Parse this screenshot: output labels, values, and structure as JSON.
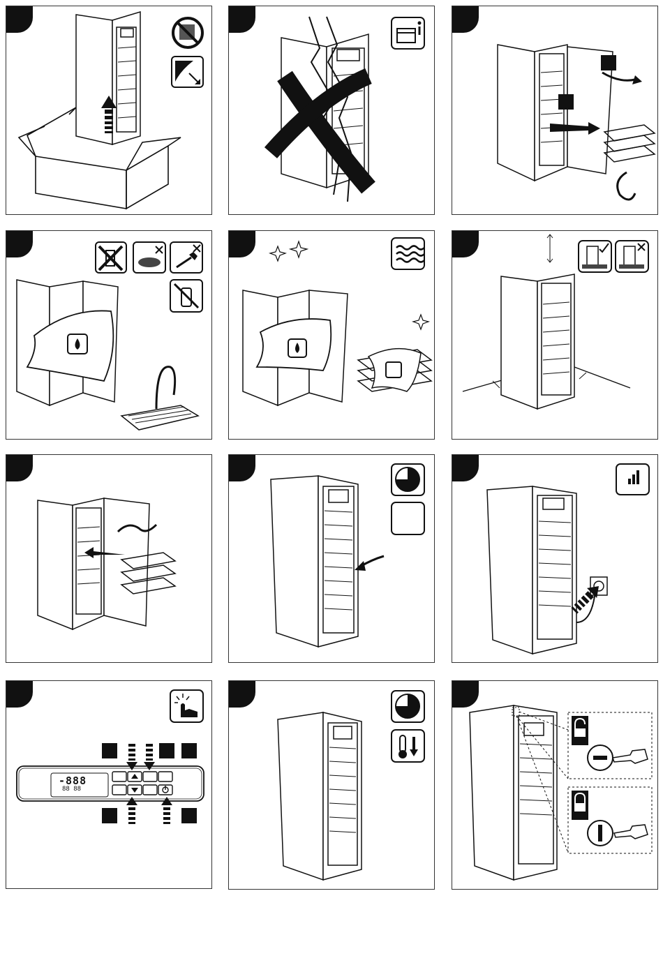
{
  "document": {
    "type": "installation-instructions-pictograms",
    "panel_count": 12
  },
  "control_panel": {
    "display_main": "-888",
    "display_sub": "88 88"
  },
  "colors": {
    "ink": "#111111",
    "paper": "#ffffff",
    "frame": "#333333"
  },
  "icons": [
    "no-tilt-icon",
    "pull-tab-icon",
    "information-icon",
    "no-abrasive-icon",
    "no-scouring-pad-icon",
    "no-scraper-icon",
    "no-solvent-icon",
    "ventilation-icon",
    "clearance-ok-icon",
    "clearance-bad-icon",
    "clock-icon",
    "signal-icon",
    "touch-icon",
    "temperature-down-icon",
    "lock-open-icon",
    "lock-closed-icon"
  ]
}
